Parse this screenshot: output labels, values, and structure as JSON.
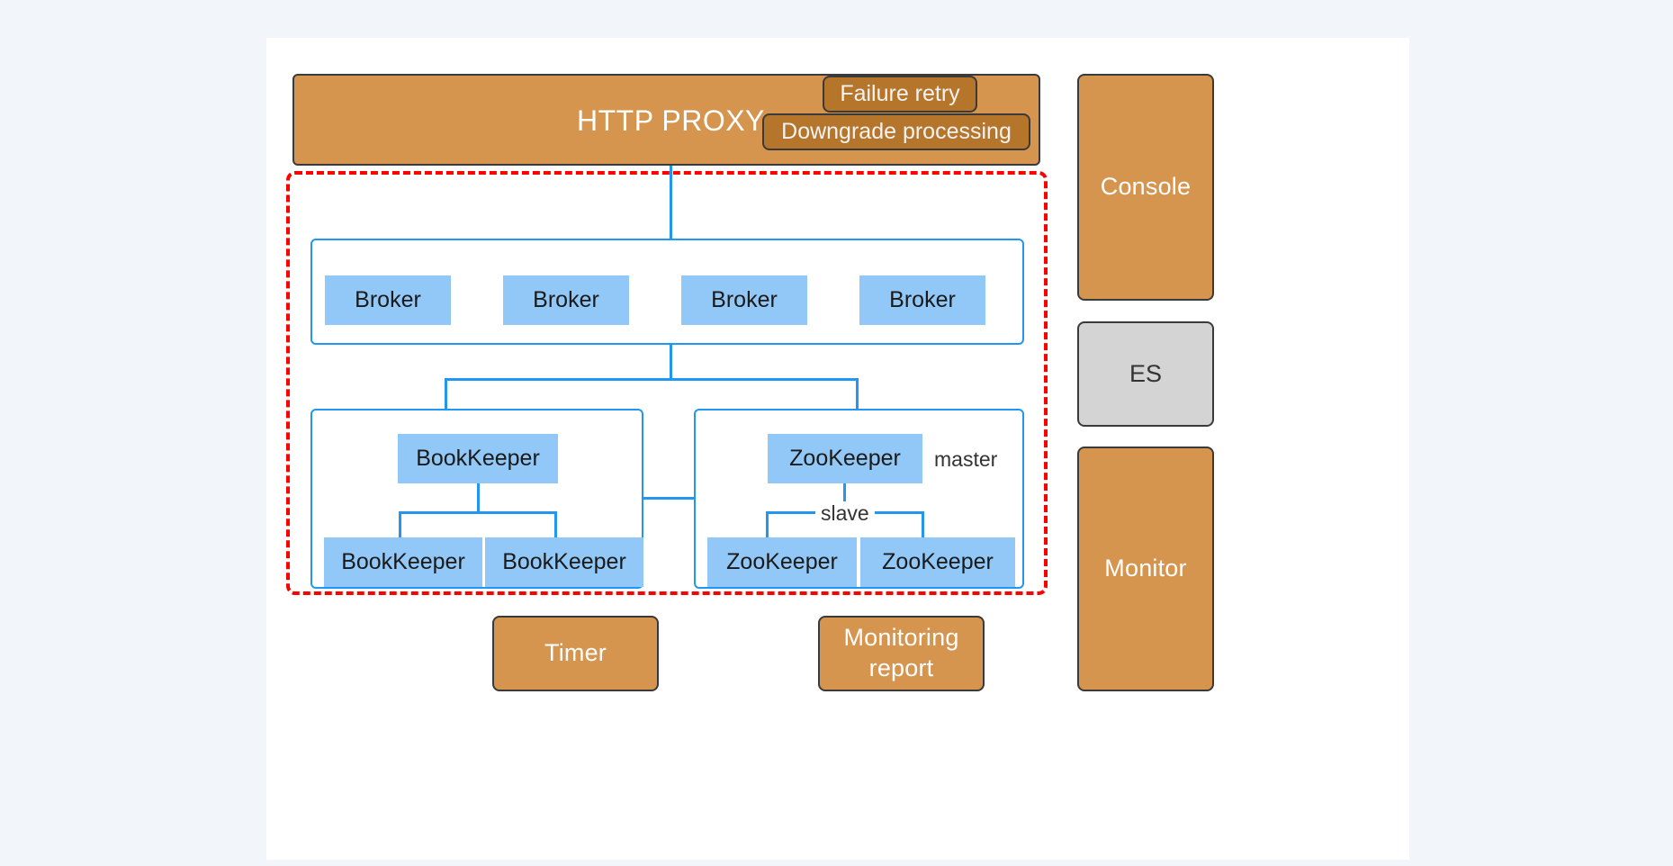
{
  "canvas": {
    "background_color": "#ffffff",
    "page_background_color": "#f2f5f9"
  },
  "palette": {
    "orange": "#d6954f",
    "orange_dark_badge": "#b5762b",
    "blue_node": "#91c8f7",
    "blue_line": "#2196f3",
    "gray": "#d4d4d4",
    "dashed_red": "#ff0000",
    "box_border": "#3a3a3a"
  },
  "proxy": {
    "title": "HTTP PROXY",
    "badges": [
      {
        "label": "Failure retry"
      },
      {
        "label": "Downgrade processing"
      }
    ]
  },
  "cluster": {
    "brokers": [
      {
        "label": "Broker"
      },
      {
        "label": "Broker"
      },
      {
        "label": "Broker"
      },
      {
        "label": "Broker"
      }
    ],
    "bookkeeper": {
      "master": {
        "label": "BookKeeper"
      },
      "children": [
        {
          "label": "BookKeeper"
        },
        {
          "label": "BookKeeper"
        }
      ]
    },
    "zookeeper": {
      "master": {
        "label": "ZooKeeper"
      },
      "master_role_label": "master",
      "slave_role_label": "slave",
      "children": [
        {
          "label": "ZooKeeper"
        },
        {
          "label": "ZooKeeper"
        }
      ]
    }
  },
  "bottom_boxes": [
    {
      "label": "Timer"
    },
    {
      "label": "Monitoring\nreport",
      "line1": "Monitoring",
      "line2": "report"
    }
  ],
  "sidebar": {
    "items": [
      {
        "label": "Console",
        "style": "orange"
      },
      {
        "label": "ES",
        "style": "gray"
      },
      {
        "label": "Monitor",
        "style": "orange"
      }
    ]
  }
}
